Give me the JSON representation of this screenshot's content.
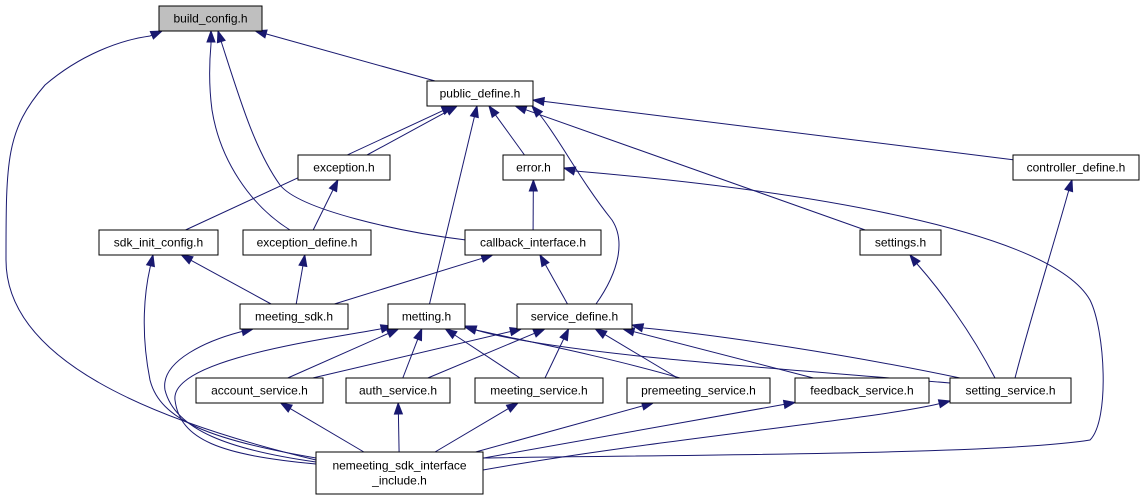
{
  "nodes": {
    "build_config": {
      "label": "build_config.h"
    },
    "public_define": {
      "label": "public_define.h"
    },
    "exception": {
      "label": "exception.h"
    },
    "error": {
      "label": "error.h"
    },
    "controller_define": {
      "label": "controller_define.h"
    },
    "sdk_init_config": {
      "label": "sdk_init_config.h"
    },
    "exception_define": {
      "label": "exception_define.h"
    },
    "callback_interface": {
      "label": "callback_interface.h"
    },
    "settings": {
      "label": "settings.h"
    },
    "meeting_sdk": {
      "label": "meeting_sdk.h"
    },
    "metting": {
      "label": "metting.h"
    },
    "service_define": {
      "label": "service_define.h"
    },
    "account_service": {
      "label": "account_service.h"
    },
    "auth_service": {
      "label": "auth_service.h"
    },
    "meeting_service": {
      "label": "meeting_service.h"
    },
    "premeeting_service": {
      "label": "premeeting_service.h"
    },
    "feedback_service": {
      "label": "feedback_service.h"
    },
    "setting_service": {
      "label": "setting_service.h"
    },
    "nemeeting_sdk_interface_include": {
      "label": [
        "nemeeting_sdk_interface",
        "_include.h"
      ]
    }
  },
  "edges": [
    [
      "public_define",
      "build_config"
    ],
    [
      "exception_define",
      "build_config"
    ],
    [
      "callback_interface",
      "build_config"
    ],
    [
      "nemeeting_sdk_interface_include",
      "build_config"
    ],
    [
      "exception",
      "public_define"
    ],
    [
      "error",
      "public_define"
    ],
    [
      "controller_define",
      "public_define"
    ],
    [
      "sdk_init_config",
      "public_define"
    ],
    [
      "settings",
      "public_define"
    ],
    [
      "metting",
      "public_define"
    ],
    [
      "service_define",
      "public_define"
    ],
    [
      "exception_define",
      "exception"
    ],
    [
      "callback_interface",
      "error"
    ],
    [
      "nemeeting_sdk_interface_include",
      "error"
    ],
    [
      "setting_service",
      "controller_define"
    ],
    [
      "meeting_sdk",
      "sdk_init_config"
    ],
    [
      "nemeeting_sdk_interface_include",
      "sdk_init_config"
    ],
    [
      "meeting_sdk",
      "exception_define"
    ],
    [
      "meeting_sdk",
      "callback_interface"
    ],
    [
      "service_define",
      "callback_interface"
    ],
    [
      "setting_service",
      "settings"
    ],
    [
      "nemeeting_sdk_interface_include",
      "meeting_sdk"
    ],
    [
      "account_service",
      "metting"
    ],
    [
      "auth_service",
      "metting"
    ],
    [
      "meeting_service",
      "metting"
    ],
    [
      "premeeting_service",
      "metting"
    ],
    [
      "setting_service",
      "metting"
    ],
    [
      "nemeeting_sdk_interface_include",
      "metting"
    ],
    [
      "account_service",
      "service_define"
    ],
    [
      "auth_service",
      "service_define"
    ],
    [
      "meeting_service",
      "service_define"
    ],
    [
      "premeeting_service",
      "service_define"
    ],
    [
      "feedback_service",
      "service_define"
    ],
    [
      "setting_service",
      "service_define"
    ],
    [
      "nemeeting_sdk_interface_include",
      "account_service"
    ],
    [
      "nemeeting_sdk_interface_include",
      "auth_service"
    ],
    [
      "nemeeting_sdk_interface_include",
      "meeting_service"
    ],
    [
      "nemeeting_sdk_interface_include",
      "premeeting_service"
    ],
    [
      "nemeeting_sdk_interface_include",
      "feedback_service"
    ],
    [
      "nemeeting_sdk_interface_include",
      "setting_service"
    ]
  ]
}
